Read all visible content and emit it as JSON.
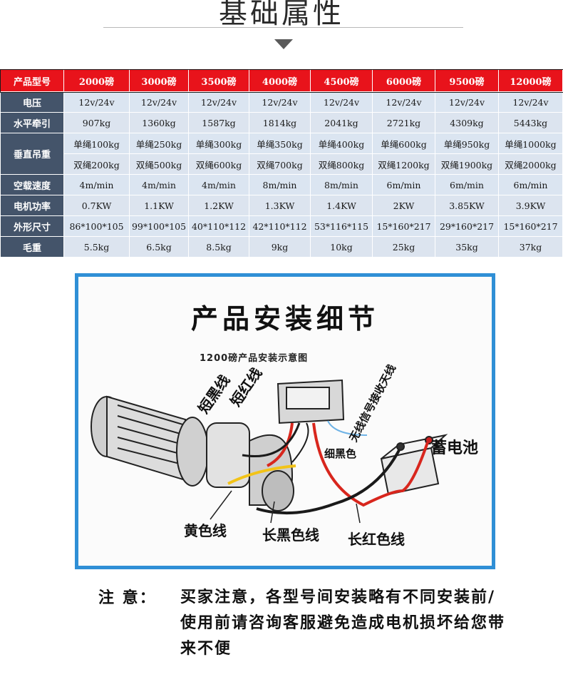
{
  "heading": "基础属性",
  "table": {
    "header": [
      "产品型号",
      "2000磅",
      "3000磅",
      "3500磅",
      "4000磅",
      "4500磅",
      "6000磅",
      "9500磅",
      "12000磅"
    ],
    "rows": {
      "voltage": {
        "label": "电压",
        "values": [
          "12v/24v",
          "12v/24v",
          "12v/24v",
          "12v/24v",
          "12v/24v",
          "12v/24v",
          "12v/24v",
          "12v/24v"
        ]
      },
      "horizontal": {
        "label": "水平牵引",
        "values": [
          "907kg",
          "1360kg",
          "1587kg",
          "1814kg",
          "2041kg",
          "2721kg",
          "4309kg",
          "5443kg"
        ]
      },
      "vertical_single": {
        "label": "垂直吊重",
        "values": [
          "单绳100kg",
          "单绳250kg",
          "单绳300kg",
          "单绳350kg",
          "单绳400kg",
          "单绳600kg",
          "单绳950kg",
          "单绳1000kg"
        ]
      },
      "vertical_double": {
        "values": [
          "双绳200kg",
          "双绳500kg",
          "双绳600kg",
          "双绳700kg",
          "双绳800kg",
          "双绳1200kg",
          "双绳1900kg",
          "双绳2000kg"
        ]
      },
      "speed": {
        "label": "空载速度",
        "values": [
          "4m/min",
          "4m/min",
          "4m/min",
          "8m/min",
          "8m/min",
          "6m/min",
          "6m/min",
          "6m/min"
        ]
      },
      "power": {
        "label": "电机功率",
        "values": [
          "0.7KW",
          "1.1KW",
          "1.2KW",
          "1.3KW",
          "1.4KW",
          "2KW",
          "3.85KW",
          "3.9KW"
        ]
      },
      "size": {
        "label": "外形尺寸",
        "values": [
          "86*100*105",
          "99*100*105",
          "40*110*112",
          "42*110*112",
          "53*116*115",
          "15*160*217",
          "29*160*217",
          "15*160*217"
        ]
      },
      "weight": {
        "label": "毛重",
        "values": [
          "5.5kg",
          "6.5kg",
          "8.5kg",
          "9kg",
          "10kg",
          "25kg",
          "35kg",
          "37kg"
        ]
      }
    }
  },
  "diagram": {
    "title": "产品安装细节",
    "subtitle": "1200磅产品安装示意图",
    "labels": {
      "short_black": "短黑线",
      "short_red": "短红线",
      "wireless": "无线信号接收天线",
      "thin_black": "细黑色",
      "battery": "蓄电池",
      "yellow": "黄色线",
      "long_black": "长黑色线",
      "long_red": "长红色线"
    },
    "colors": {
      "border": "#2f8fd6",
      "red_wire": "#d8261d",
      "black_wire": "#1a1a1a",
      "yellow_wire": "#f2c318"
    }
  },
  "note": {
    "label": "注  意：",
    "text": "买家注意，各型号间安装略有不同安装前/使用前请咨询客服避免造成电机损坏给您带来不便"
  },
  "colors": {
    "header_red": "#e8131b",
    "label_slate": "#44546a",
    "cell_blue": "#dbe5f1"
  }
}
